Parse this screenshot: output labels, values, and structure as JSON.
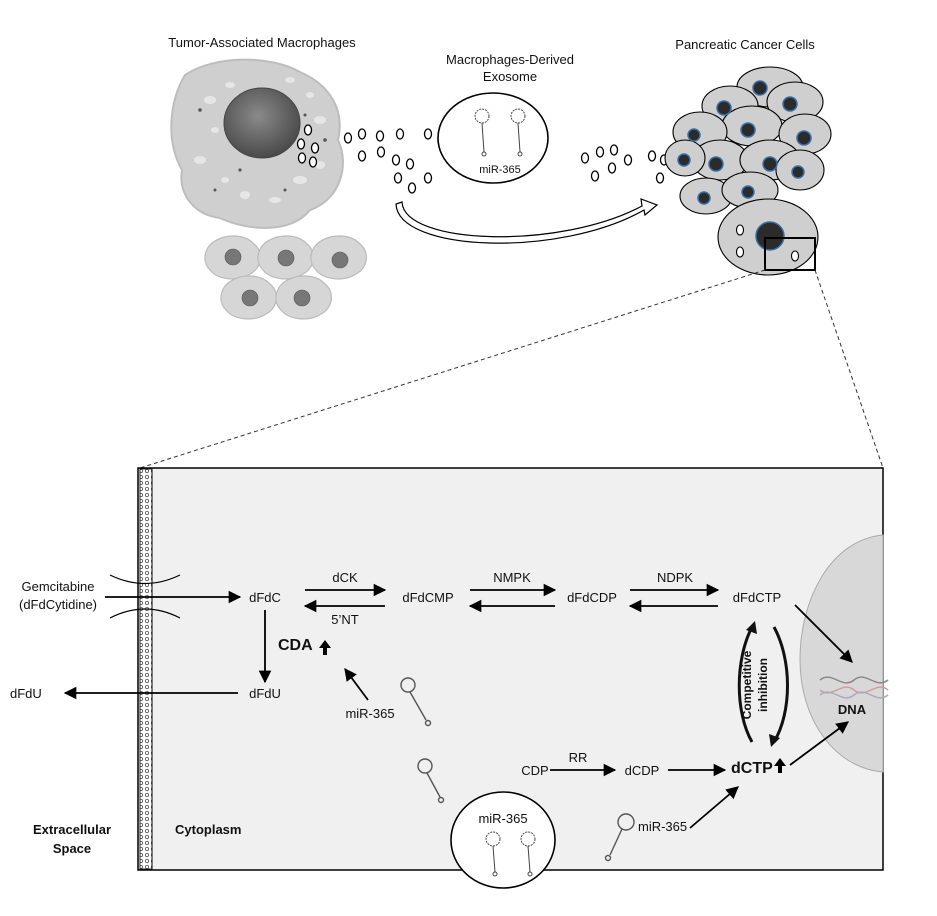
{
  "top": {
    "tam_label": "Tumor-Associated Macrophages",
    "exosome_label_line1": "Macrophages-Derived",
    "exosome_label_line2": "Exosome",
    "exosome_mirna": "miR-365",
    "cancer_label": "Pancreatic Cancer Cells"
  },
  "pathway": {
    "gemcitabine_line1": "Gemcitabine",
    "gemcitabine_line2": "(dFdCytidine)",
    "dfdu_outside": "dFdU",
    "dfdc": "dFdC",
    "dck": "dCK",
    "five_nt": "5’NT",
    "dfdcmp": "dFdCMP",
    "nmpk": "NMPK",
    "dfdcdp": "dFdCDP",
    "ndpk": "NDPK",
    "dfdctp": "dFdCTP",
    "cda": "CDA",
    "dfdu_inside": "dFdU",
    "mir365_a": "miR-365",
    "competitive_line1": "Competitive",
    "competitive_line2": "inhibition",
    "dna": "DNA",
    "rr": "RR",
    "cdp": "CDP",
    "dcdp": "dCDP",
    "dctp": "dCTP",
    "mir365_b": "miR-365",
    "exosome_mirna": "miR-365",
    "extracellular_line1": "Extracellular",
    "extracellular_line2": "Space",
    "cytoplasm": "Cytoplasm"
  }
}
